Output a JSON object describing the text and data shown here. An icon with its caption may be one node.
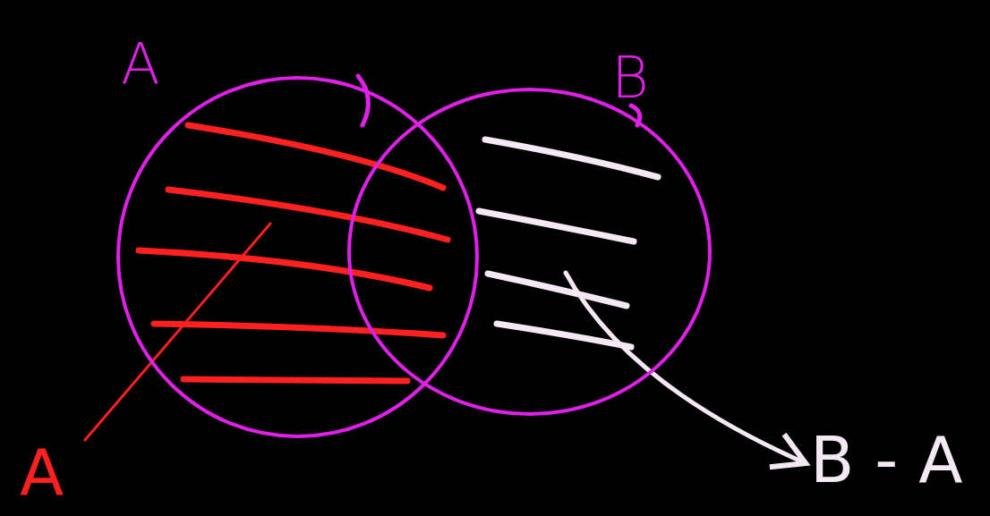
{
  "diagram": {
    "nodes": [
      {
        "text": [
          "A"
        ]
      },
      {
        "text": [
          "B"
        ]
      },
      {
        "text": [
          "A"
        ]
      },
      {
        "text": [
          "B - A"
        ]
      }
    ],
    "edges": [
      {
        "from": 2,
        "to": 0,
        "arrow": "none",
        "color": "#ff2020"
      },
      {
        "from": 1,
        "to": 3,
        "arrow": "to",
        "color": "#f4e8f4"
      }
    ]
  }
}
